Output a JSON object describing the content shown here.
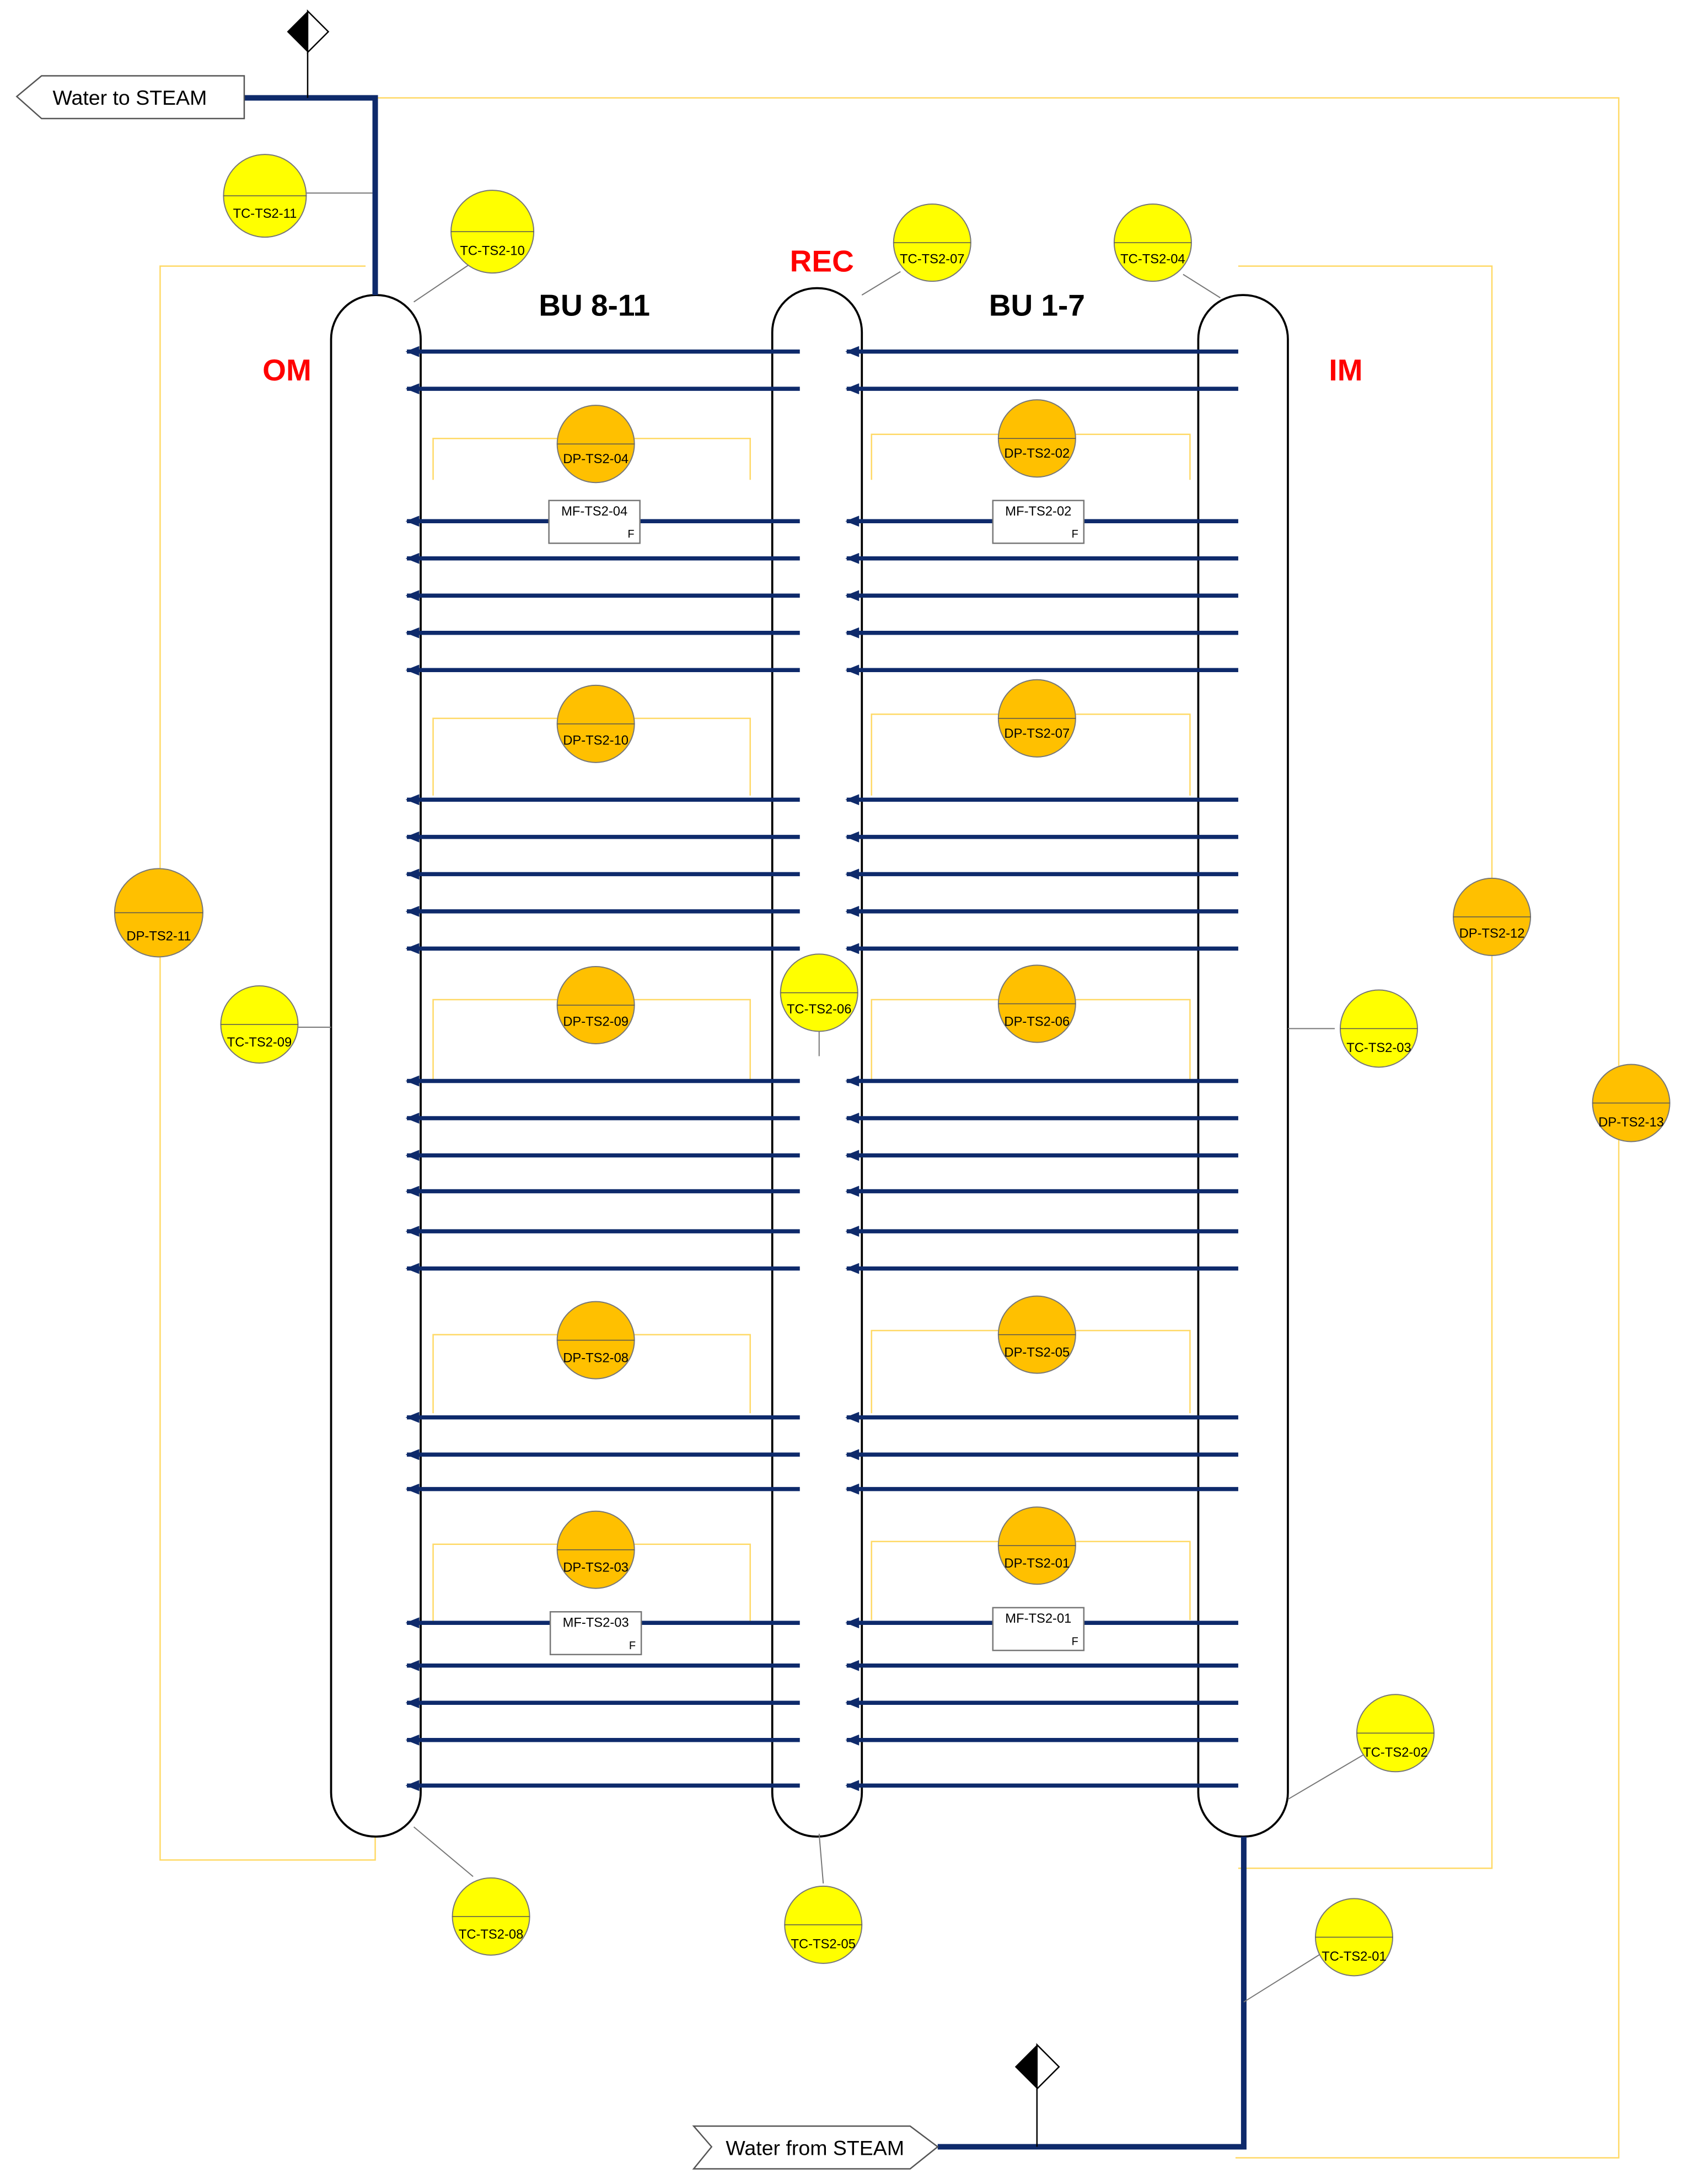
{
  "flows": {
    "outlet_label": "Water to STEAM",
    "inlet_label": "Water from STEAM"
  },
  "headers": {
    "om": "OM",
    "rec": "REC",
    "im": "IM",
    "bu_left": "BU 8-11",
    "bu_right": "BU 1-7"
  },
  "temperature_sensors": {
    "t01": "TC-TS2-01",
    "t02": "TC-TS2-02",
    "t03": "TC-TS2-03",
    "t04": "TC-TS2-04",
    "t05": "TC-TS2-05",
    "t06": "TC-TS2-06",
    "t07": "TC-TS2-07",
    "t08": "TC-TS2-08",
    "t09": "TC-TS2-09",
    "t10": "TC-TS2-10",
    "t11": "TC-TS2-11"
  },
  "pressure_sensors": {
    "p01": "DP-TS2-01",
    "p02": "DP-TS2-02",
    "p03": "DP-TS2-03",
    "p04": "DP-TS2-04",
    "p05": "DP-TS2-05",
    "p06": "DP-TS2-06",
    "p07": "DP-TS2-07",
    "p08": "DP-TS2-08",
    "p09": "DP-TS2-09",
    "p10": "DP-TS2-10",
    "p11": "DP-TS2-11",
    "p12": "DP-TS2-12",
    "p13": "DP-TS2-13"
  },
  "flow_meters": {
    "f01": "MF-TS2-01",
    "f02": "MF-TS2-02",
    "f03": "MF-TS2-03",
    "f04": "MF-TS2-04",
    "flag": "F"
  },
  "colors": {
    "pipe": "#0e2a6b",
    "temperature_sensor": "#ffff00",
    "pressure_sensor": "#ffc000",
    "header_label": "#ff0000",
    "signal_line": "#ffd966"
  }
}
